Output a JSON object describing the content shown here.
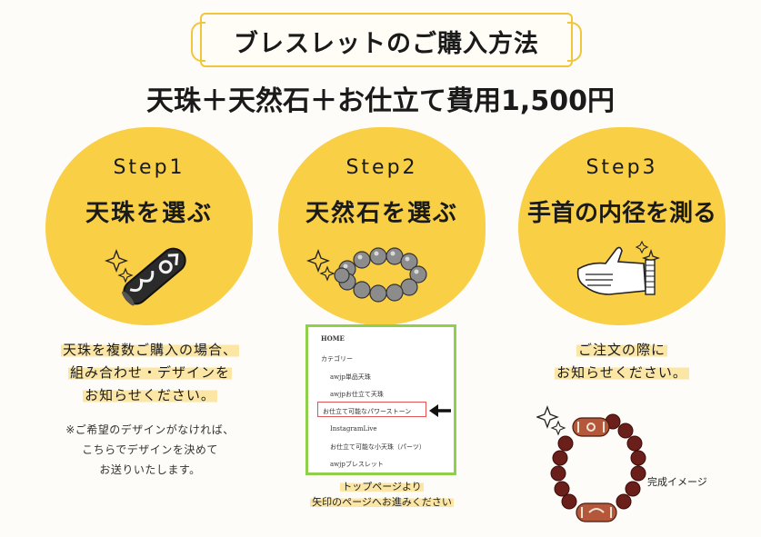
{
  "header": {
    "title": "ブレスレットのご購入方法",
    "subtitle": "天珠＋天然石＋お仕立て費用1,500円"
  },
  "steps": [
    {
      "label": "Step1",
      "title": "天珠を選ぶ",
      "desc": [
        "天珠を複数ご購入の場合、",
        "組み合わせ・デザインを",
        "お知らせください。"
      ],
      "note": [
        "※ご希望のデザインがなければ、",
        "こちらでデザインを決めて",
        "お送りいたします。"
      ]
    },
    {
      "label": "Step2",
      "title": "天然石を選ぶ",
      "menu": {
        "home": "HOME",
        "category": "カテゴリー",
        "items": [
          "awjp単品天珠",
          "awjpお仕立て天珠",
          "お仕立て可能なパワーストーン",
          "InstagramLive",
          "お仕立て可能な小天珠（パーツ）",
          "awjpブレスレット"
        ]
      },
      "caption": [
        "トップページより",
        "矢印のページへお進みください"
      ]
    },
    {
      "label": "Step3",
      "title": "手首の内径を測る",
      "desc": [
        "ご注文の際に",
        "お知らせください。"
      ],
      "image_caption": "完成イメージ"
    }
  ],
  "colors": {
    "blob": "#f9cf45",
    "frame": "#f0c63b",
    "menu_border": "#8fd04a",
    "highlight_border": "#e05656"
  }
}
